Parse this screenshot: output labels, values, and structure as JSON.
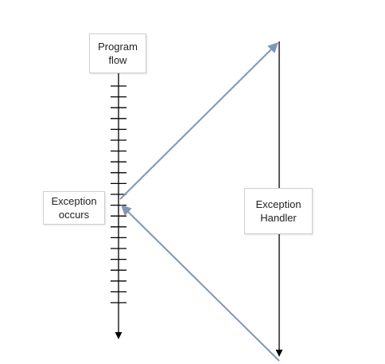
{
  "labels": {
    "program_flow": [
      "Program",
      "flow"
    ],
    "exception_occurs": [
      "Exception",
      "occurs"
    ],
    "exception_handler": [
      "Exception",
      "Handler"
    ]
  },
  "colors": {
    "timeline": "#000000",
    "jump_arrows": "#7f97b7",
    "box_border": "#cfcfcf",
    "text": "#222222"
  }
}
